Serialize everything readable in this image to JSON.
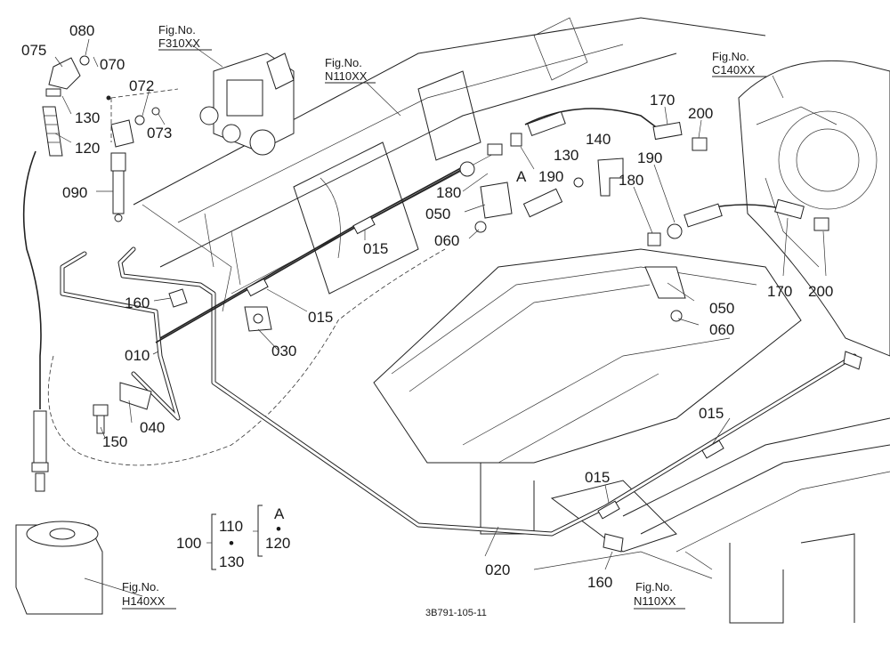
{
  "figure_refs": [
    {
      "id": "f310",
      "line1": "Fig.No.",
      "line2": "F310XX"
    },
    {
      "id": "n110_top",
      "line1": "Fig.No.",
      "line2": "N110XX"
    },
    {
      "id": "c140",
      "line1": "Fig.No.",
      "line2": "C140XX"
    },
    {
      "id": "h140",
      "line1": "Fig.No.",
      "line2": "H140XX"
    },
    {
      "id": "n110_bottom",
      "line1": "Fig.No.",
      "line2": "N110XX"
    }
  ],
  "part_labels": [
    "075",
    "080",
    "070",
    "072",
    "073",
    "130",
    "120",
    "090",
    "015",
    "015",
    "160",
    "010",
    "030",
    "040",
    "150",
    "180",
    "050",
    "060",
    "A",
    "190",
    "130",
    "140",
    "170",
    "200",
    "190",
    "180",
    "170",
    "200",
    "050",
    "060",
    "015",
    "015",
    "020",
    "160"
  ],
  "legend": {
    "main": "100",
    "sub1": "110",
    "sub2": "130",
    "group": "A",
    "group_sub": "120",
    "dot": "•"
  },
  "drawing_code": "3B791-105-11"
}
